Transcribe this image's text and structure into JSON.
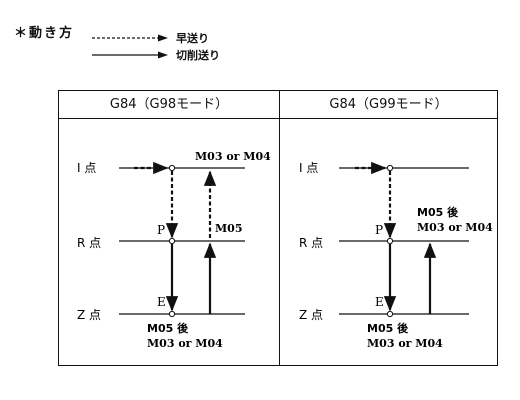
{
  "header": {
    "title": "＊動き方",
    "legend": [
      {
        "style": "dashed",
        "label": "早送り"
      },
      {
        "style": "solid",
        "label": "切削送り"
      }
    ]
  },
  "panels": [
    {
      "title": "G84（G98モード）",
      "levels": {
        "i": "I 点",
        "r": "R 点",
        "z": "Z 点"
      },
      "points": {
        "p": "P",
        "e": "E"
      },
      "notes": {
        "top": "M03 or M04",
        "mid": "M05",
        "bottom1": "M05 後",
        "bottom2": "M03 or M04"
      }
    },
    {
      "title": "G84（G99モード）",
      "levels": {
        "i": "I 点",
        "r": "R 点",
        "z": "Z 点"
      },
      "points": {
        "p": "P",
        "e": "E"
      },
      "notes": {
        "mid1": "M05 後",
        "mid2": "M03 or M04",
        "bottom1": "M05 後",
        "bottom2": "M03 or M04"
      }
    }
  ]
}
